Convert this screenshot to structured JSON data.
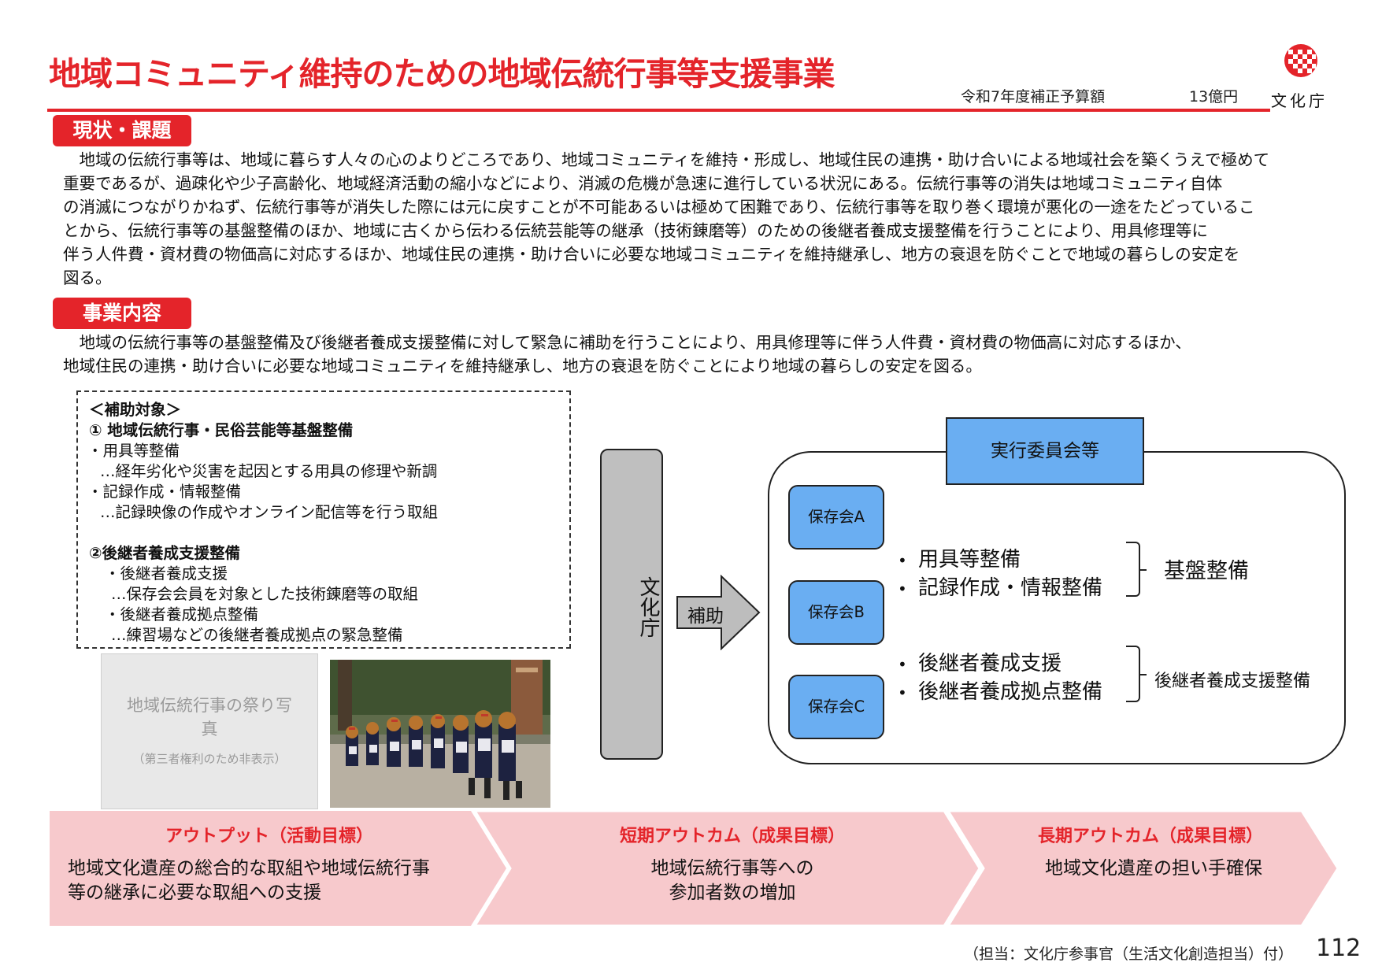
{
  "header": {
    "title": "地域コミュニティ維持のための地域伝統行事等支援事業",
    "budget_label": "令和7年度補正予算額",
    "budget_amount": "13億円",
    "logo_text": "文化庁",
    "accent_color": "#e4242a"
  },
  "status_section": {
    "tag": "現状・課題",
    "lines": [
      "　地域の伝統行事等は、地域に暮らす人々の心のよりどころであり、地域コミュニティを維持・形成し、地域住民の連携・助け合いによる地域社会を築くうえで極めて",
      "重要であるが、過疎化や少子高齢化、地域経済活動の縮小などにより、消滅の危機が急速に進行している状況にある。伝統行事等の消失は地域コミュニティ自体",
      "の消滅につながりかねず、伝統行事等が消失した際には元に戻すことが不可能あるいは極めて困難であり、伝統行事等を取り巻く環境が悪化の一途をたどっているこ",
      "とから、伝統行事等の基盤整備のほか、地域に古くから伝わる伝統芸能等の継承（技術錬磨等）のための後継者養成支援整備を行うことにより、用具修理等に",
      "伴う人件費・資材費の物価高に対応するほか、地域住民の連携・助け合いに必要な地域コミュニティを維持継承し、地方の衰退を防ぐことで地域の暮らしの安定を",
      "図る。"
    ]
  },
  "content_section": {
    "tag": "事業内容",
    "lines": [
      "　地域の伝統行事等の基盤整備及び後継者養成支援整備に対して緊急に補助を行うことにより、用具修理等に伴う人件費・資材費の物価高に対応するほか、",
      "地域住民の連携・助け合いに必要な地域コミュニティを維持継承し、地方の衰退を防ぐことにより地域の暮らしの安定を図る。"
    ]
  },
  "targets": {
    "heading": "＜補助対象＞",
    "item1": "①  地域伝統行事・民俗芸能等基盤整備",
    "item1_a": "・用具等整備",
    "item1_a_desc": "…経年劣化や災害を起因とする用具の修理や新調",
    "item1_b": "・記録作成・情報整備",
    "item1_b_desc": "…記録映像の作成やオンライン配信等を行う取組",
    "item2": "②後継者養成支援整備",
    "item2_a": "・後継者養成支援",
    "item2_a_desc": "…保存会会員を対象とした技術錬磨等の取組",
    "item2_b": "・後継者養成拠点整備",
    "item2_b_desc": "…練習場などの後継者養成拠点の緊急整備"
  },
  "photo_placeholder": {
    "main": "地域伝統行事の祭り写真",
    "sub": "（第三者権利のため非表示）"
  },
  "diagram": {
    "agency": "文化庁",
    "arrow_label": "補助",
    "committee": "実行委員会等",
    "groups": [
      "保存会A",
      "保存会B",
      "保存会C"
    ],
    "bullets_top": [
      "用具等整備",
      "記録作成・情報整備"
    ],
    "bullets_bottom": [
      "後継者養成支援",
      "後継者養成拠点整備"
    ],
    "label_top": "基盤整備",
    "label_bottom": "後継者養成支援整備",
    "box_color": "#6aaef2",
    "agency_color": "#bfbfbf"
  },
  "outcomes": [
    {
      "title": "アウトプット（活動目標）",
      "text_lines": [
        "地域文化遺産の総合的な取組や地域伝統行事",
        "等の継承に必要な取組への支援"
      ]
    },
    {
      "title": "短期アウトカム（成果目標）",
      "text_lines": [
        "地域伝統行事等への",
        "参加者数の増加"
      ]
    },
    {
      "title": "長期アウトカム（成果目標）",
      "text_lines": [
        "地域文化遺産の担い手確保"
      ]
    }
  ],
  "outcome_bg": "#f7c9cc",
  "footer": {
    "contact": "（担当：文化庁参事官（生活文化創造担当）付）",
    "page": "112"
  }
}
